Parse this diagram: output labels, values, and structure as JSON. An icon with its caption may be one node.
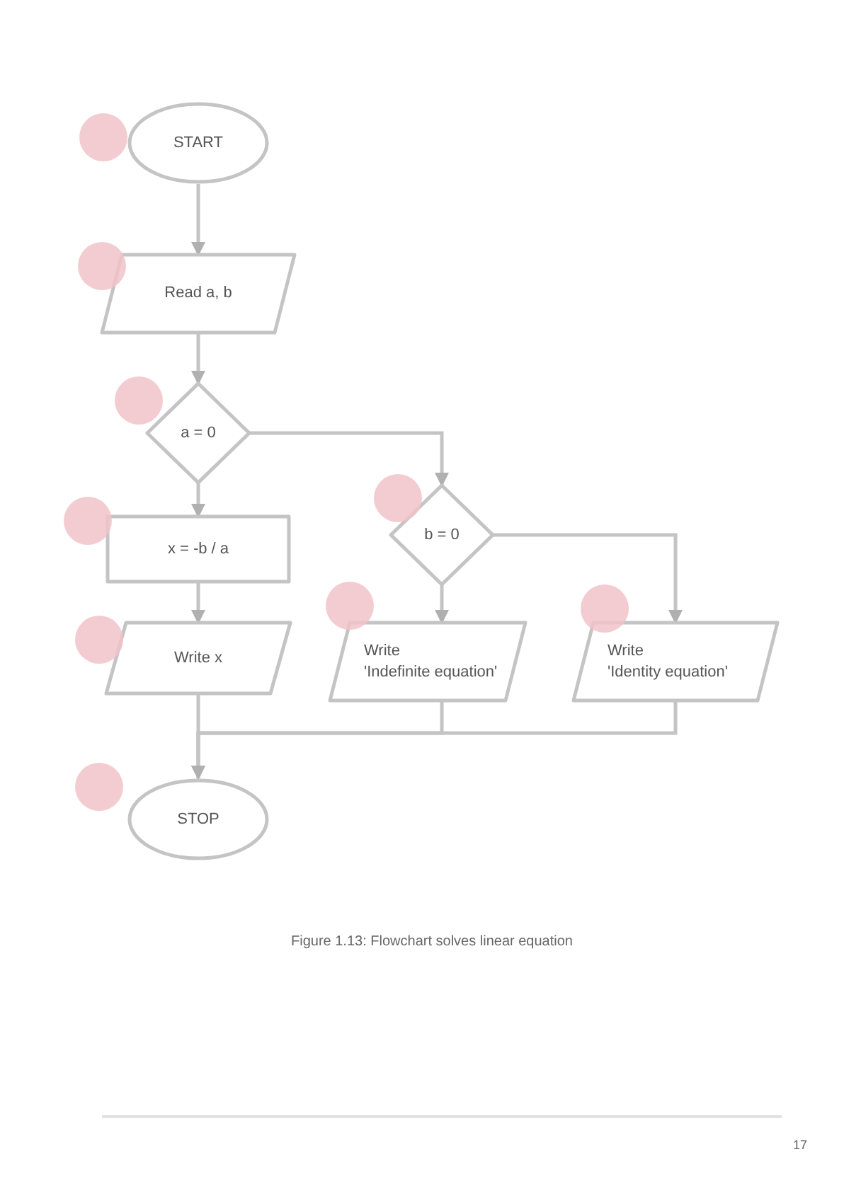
{
  "diagram": {
    "caption": "Figure 1.13: Flowchart solves linear equation",
    "nodes": [
      {
        "text": [
          "START"
        ]
      },
      {
        "text": [
          "Read a, b"
        ]
      },
      {
        "text": [
          "a = 0"
        ]
      },
      {
        "text": [
          "x = -b / a"
        ]
      },
      {
        "text": [
          "b = 0"
        ]
      },
      {
        "text": [
          "Write x"
        ]
      },
      {
        "text": [
          "Write 'Indefinite equation'"
        ]
      },
      {
        "text": [
          "Write 'Identity equation'"
        ]
      },
      {
        "text": [
          "STOP"
        ]
      }
    ],
    "edges": [
      {
        "from": 0,
        "to": 1,
        "arrow": "to"
      },
      {
        "from": 1,
        "to": 2,
        "arrow": "to"
      },
      {
        "from": 2,
        "to": 3,
        "arrow": "to"
      },
      {
        "from": 2,
        "to": 4,
        "arrow": "to"
      },
      {
        "from": 3,
        "to": 5,
        "arrow": "to"
      },
      {
        "from": 4,
        "to": 6,
        "arrow": "to"
      },
      {
        "from": 4,
        "to": 7,
        "arrow": "to"
      },
      {
        "from": 5,
        "to": 8,
        "arrow": "to"
      },
      {
        "from": 6,
        "to": 8,
        "arrow": "to"
      },
      {
        "from": 7,
        "to": 8,
        "arrow": "to"
      }
    ],
    "labels": [
      "17"
    ]
  }
}
